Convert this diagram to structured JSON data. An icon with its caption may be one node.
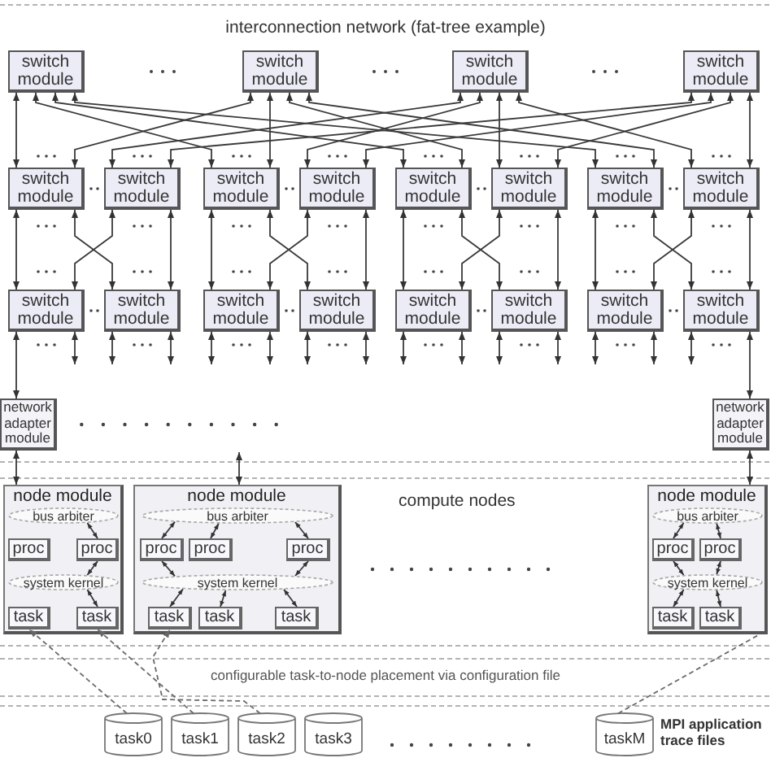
{
  "diagram": {
    "nodes": [
      {
        "text": [
          "switch module"
        ]
      },
      {
        "text": [
          "switch module"
        ]
      },
      {
        "text": [
          "switch module"
        ]
      },
      {
        "text": [
          "switch module"
        ]
      },
      {
        "text": [
          "switch module"
        ]
      },
      {
        "text": [
          "switch module"
        ]
      },
      {
        "text": [
          "switch module"
        ]
      },
      {
        "text": [
          "switch module"
        ]
      },
      {
        "text": [
          "switch module"
        ]
      },
      {
        "text": [
          "switch module"
        ]
      },
      {
        "text": [
          "switch module"
        ]
      },
      {
        "text": [
          "switch module"
        ]
      },
      {
        "text": [
          "switch module"
        ]
      },
      {
        "text": [
          "switch module"
        ]
      },
      {
        "text": [
          "switch module"
        ]
      },
      {
        "text": [
          "switch module"
        ]
      },
      {
        "text": [
          "switch module"
        ]
      },
      {
        "text": [
          "switch module"
        ]
      },
      {
        "text": [
          "switch module"
        ]
      },
      {
        "text": [
          "switch module"
        ]
      },
      {
        "text": [
          "network adapter module"
        ]
      },
      {
        "text": [
          "network adapter module"
        ]
      },
      {
        "text": [
          "node module"
        ]
      },
      {
        "text": [
          "bus arbiter"
        ],
        "in": 22
      },
      {
        "text": [
          "proc"
        ],
        "in": 22
      },
      {
        "text": [
          "proc"
        ],
        "in": 22
      },
      {
        "text": [
          "system kernel"
        ],
        "in": 22
      },
      {
        "text": [
          "task"
        ],
        "in": 22
      },
      {
        "text": [
          "task"
        ],
        "in": 22
      },
      {
        "text": [
          "node module"
        ]
      },
      {
        "text": [
          "bus arbiter"
        ],
        "in": 29
      },
      {
        "text": [
          "proc"
        ],
        "in": 29
      },
      {
        "text": [
          "proc"
        ],
        "in": 29
      },
      {
        "text": [
          "proc"
        ],
        "in": 29
      },
      {
        "text": [
          "system kernel"
        ],
        "in": 29
      },
      {
        "text": [
          "task"
        ],
        "in": 29
      },
      {
        "text": [
          "task"
        ],
        "in": 29
      },
      {
        "text": [
          "task"
        ],
        "in": 29
      },
      {
        "text": [
          "node module"
        ]
      },
      {
        "text": [
          "bus arbiter"
        ],
        "in": 38
      },
      {
        "text": [
          "proc"
        ],
        "in": 38
      },
      {
        "text": [
          "proc"
        ],
        "in": 38
      },
      {
        "text": [
          "system kernel"
        ],
        "in": 38
      },
      {
        "text": [
          "task"
        ],
        "in": 38
      },
      {
        "text": [
          "task"
        ],
        "in": 38
      },
      {
        "text": [
          "task0"
        ]
      },
      {
        "text": [
          "task1"
        ]
      },
      {
        "text": [
          "task2"
        ]
      },
      {
        "text": [
          "task3"
        ]
      },
      {
        "text": [
          "taskM"
        ]
      }
    ],
    "edges": [
      {
        "from": 0,
        "to": 4,
        "arrow": "both"
      },
      {
        "from": 0,
        "to": 6,
        "arrow": "both"
      },
      {
        "from": 0,
        "to": 8,
        "arrow": "both"
      },
      {
        "from": 0,
        "to": 10,
        "arrow": "both"
      },
      {
        "from": 1,
        "to": 4,
        "arrow": "both"
      },
      {
        "from": 1,
        "to": 6,
        "arrow": "both"
      },
      {
        "from": 1,
        "to": 8,
        "arrow": "both"
      },
      {
        "from": 1,
        "to": 10,
        "arrow": "both"
      },
      {
        "from": 2,
        "to": 5,
        "arrow": "both"
      },
      {
        "from": 2,
        "to": 7,
        "arrow": "both"
      },
      {
        "from": 2,
        "to": 9,
        "arrow": "both"
      },
      {
        "from": 2,
        "to": 11,
        "arrow": "both"
      },
      {
        "from": 3,
        "to": 5,
        "arrow": "both"
      },
      {
        "from": 3,
        "to": 7,
        "arrow": "both"
      },
      {
        "from": 3,
        "to": 9,
        "arrow": "both"
      },
      {
        "from": 3,
        "to": 11,
        "arrow": "both"
      },
      {
        "from": 4,
        "to": 12,
        "arrow": "both"
      },
      {
        "from": 4,
        "to": 13,
        "arrow": "both"
      },
      {
        "from": 5,
        "to": 12,
        "arrow": "both"
      },
      {
        "from": 5,
        "to": 13,
        "arrow": "both"
      },
      {
        "from": 6,
        "to": 14,
        "arrow": "both"
      },
      {
        "from": 6,
        "to": 15,
        "arrow": "both"
      },
      {
        "from": 7,
        "to": 14,
        "arrow": "both"
      },
      {
        "from": 7,
        "to": 15,
        "arrow": "both"
      },
      {
        "from": 8,
        "to": 16,
        "arrow": "both"
      },
      {
        "from": 8,
        "to": 17,
        "arrow": "both"
      },
      {
        "from": 9,
        "to": 16,
        "arrow": "both"
      },
      {
        "from": 9,
        "to": 17,
        "arrow": "both"
      },
      {
        "from": 10,
        "to": 18,
        "arrow": "both"
      },
      {
        "from": 10,
        "to": 19,
        "arrow": "both"
      },
      {
        "from": 11,
        "to": 18,
        "arrow": "both"
      },
      {
        "from": 11,
        "to": 19,
        "arrow": "both"
      },
      {
        "from": 12,
        "to": 20,
        "arrow": "both"
      },
      {
        "from": 12,
        "to": null,
        "arrow": "both"
      },
      {
        "from": 13,
        "to": null,
        "arrow": "both"
      },
      {
        "from": 13,
        "to": null,
        "arrow": "both"
      },
      {
        "from": 14,
        "to": null,
        "arrow": "both"
      },
      {
        "from": 14,
        "to": null,
        "arrow": "both"
      },
      {
        "from": 15,
        "to": null,
        "arrow": "both"
      },
      {
        "from": 15,
        "to": null,
        "arrow": "both"
      },
      {
        "from": 16,
        "to": null,
        "arrow": "both"
      },
      {
        "from": 16,
        "to": null,
        "arrow": "both"
      },
      {
        "from": 17,
        "to": null,
        "arrow": "both"
      },
      {
        "from": 17,
        "to": null,
        "arrow": "both"
      },
      {
        "from": 18,
        "to": null,
        "arrow": "both"
      },
      {
        "from": 18,
        "to": null,
        "arrow": "both"
      },
      {
        "from": 19,
        "to": null,
        "arrow": "both"
      },
      {
        "from": 19,
        "to": 21,
        "arrow": "both"
      },
      {
        "from": 20,
        "to": 22,
        "arrow": "both"
      },
      {
        "from": null,
        "to": 29,
        "arrow": "both"
      },
      {
        "from": 21,
        "to": 38,
        "arrow": "both"
      },
      {
        "from": 23,
        "to": 25,
        "arrow": "both"
      },
      {
        "from": 25,
        "to": 26,
        "arrow": "both"
      },
      {
        "from": 26,
        "to": 28,
        "arrow": "both"
      },
      {
        "from": 30,
        "to": 31,
        "arrow": "both"
      },
      {
        "from": 30,
        "to": 32,
        "arrow": "both"
      },
      {
        "from": 30,
        "to": 33,
        "arrow": "both"
      },
      {
        "from": 31,
        "to": 34,
        "arrow": "both"
      },
      {
        "from": 33,
        "to": 34,
        "arrow": "both"
      },
      {
        "from": 34,
        "to": 35,
        "arrow": "both"
      },
      {
        "from": 34,
        "to": 36,
        "arrow": "both"
      },
      {
        "from": 34,
        "to": 37,
        "arrow": "both"
      },
      {
        "from": 39,
        "to": 40,
        "arrow": "both"
      },
      {
        "from": 39,
        "to": 41,
        "arrow": "both"
      },
      {
        "from": 40,
        "to": 42,
        "arrow": "both"
      },
      {
        "from": 41,
        "to": 42,
        "arrow": "both"
      },
      {
        "from": 42,
        "to": 43,
        "arrow": "both"
      },
      {
        "from": 42,
        "to": 44,
        "arrow": "both"
      },
      {
        "from": 45,
        "to": 27,
        "arrow": "to",
        "style": "dashed"
      },
      {
        "from": 46,
        "to": 28,
        "arrow": "to",
        "style": "dashed"
      },
      {
        "from": 47,
        "to": 35,
        "arrow": "to",
        "style": "dashed"
      },
      {
        "from": 49,
        "to": 38,
        "arrow": "none",
        "style": "dashed"
      }
    ],
    "labels": [
      "interconnection network (fat-tree example)",
      "compute nodes",
      "configurable task-to-node placement via configuration file",
      "MPI application trace files"
    ]
  }
}
